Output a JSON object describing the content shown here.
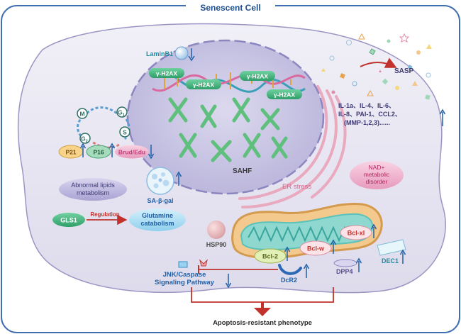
{
  "title": "Senescent Cell",
  "nucleus": {
    "laminb1": "LaminB1",
    "gamma_h2ax": [
      "γ-H2AX",
      "γ-H2AX",
      "γ-H2AX",
      "γ-H2AX"
    ],
    "sahf": "SAHF"
  },
  "cell_cycle": {
    "m": "M",
    "g1": "G",
    "g1_sub": "1",
    "s": "S",
    "g2": "G",
    "g2_sub": "2"
  },
  "markers": {
    "p21": "P21",
    "p16": "P16",
    "brud_edu": "Brud/Edu"
  },
  "lipids": {
    "line1": "Abnormal lipids",
    "line2": "metabolism"
  },
  "sa_gal": "SA-β-gal",
  "gls1": "GLS1",
  "regulation": "Regulation",
  "glutamine": {
    "line1": "Glutamine",
    "line2": "catabolism"
  },
  "hsp90": "HSP90",
  "er_stress": "ER stress",
  "nad": {
    "line1": "NAD+",
    "line2": "metabolic",
    "line3": "disorder"
  },
  "mito": {
    "bcl2": "Bcl-2",
    "bclw": "Bcl-w",
    "bclxl": "Bcl-xl"
  },
  "dec1": "DEC1",
  "dpp4": "DPP4",
  "dcr2": "DcR2",
  "jnk": {
    "line1": "JNK/Caspase",
    "line2": "Signaling Pathway"
  },
  "sasp": {
    "label": "SASP",
    "line1": "IL-1a、IL-4、IL-6、",
    "line2": "IL-8、PAI-1、CCL2、",
    "line3": "(MMP-1,2,3)......"
  },
  "outcome": "Apoptosis-resistant phenotype",
  "colors": {
    "title_blue": "#1d4f8c",
    "cell_fill": "#e6e4f0",
    "nucleus_fill": "#cfcbe6",
    "teal_text": "#1b8ea3",
    "green_pill": "#3db47a",
    "pink_pill": "#efb3cc",
    "up_arrow": "#1f5fa6",
    "red_arrow": "#c0322b",
    "er_pink": "#e9a9be",
    "mito_orange": "#d49a4e",
    "mito_teal": "#59c3bb"
  }
}
